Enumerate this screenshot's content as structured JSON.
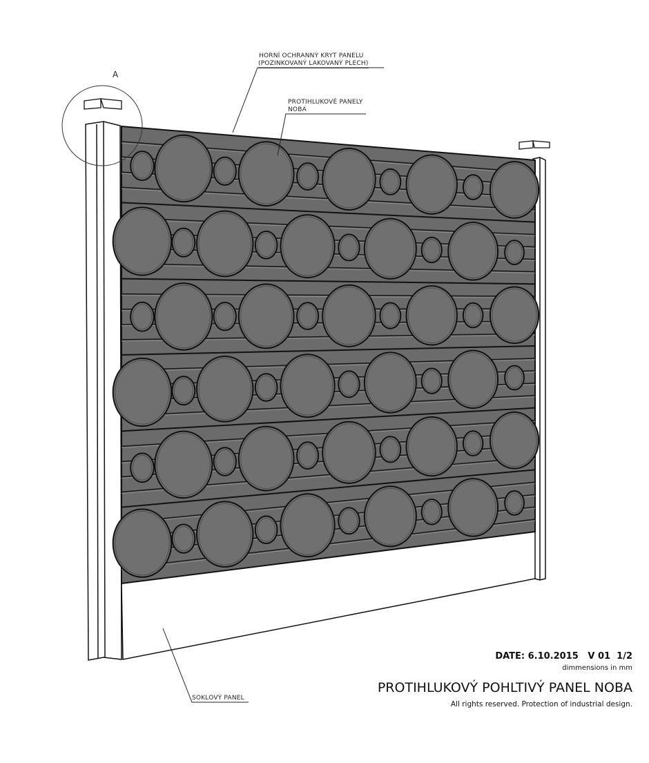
{
  "detail_marker": "A",
  "callouts": {
    "top_cover_line1": "HORNÍ OCHRANNÝ KRYT PANELU",
    "top_cover_line2": "(POZINKOVANÝ LAKOVANÝ PLECH)",
    "panels_line1": "PROTIHLUKOVÉ PANELY",
    "panels_line2": "NOBA",
    "base_panel": "SOKLOVÝ PANEL"
  },
  "title_block": {
    "date": "DATE: 6.10.2015",
    "version": "V 01",
    "sheet": "1/2",
    "units": "dimmensions in mm",
    "title": "PROTIHLUKOVÝ POHLTIVÝ PANEL NOBA",
    "rights": "All rights reserved. Protection of industrial design."
  },
  "colors": {
    "panel": "#6b6b6b",
    "circle": "#707070",
    "line": "#111111"
  }
}
